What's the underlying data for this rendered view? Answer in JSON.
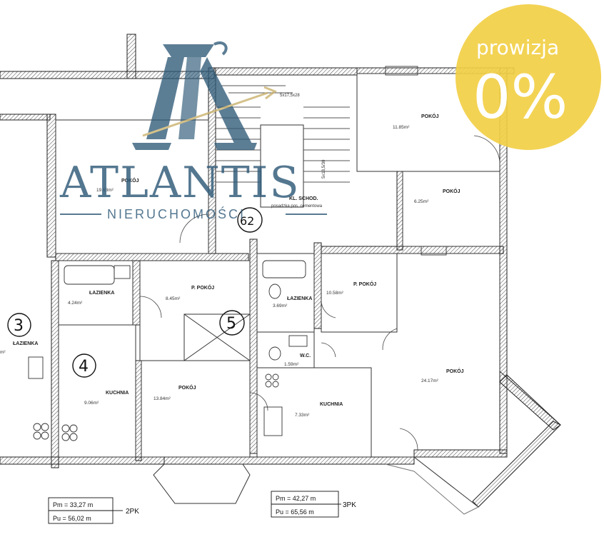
{
  "rooms": {
    "pokoj_top_left": {
      "label": "POKÓJ",
      "area": "19.63m²"
    },
    "pokoj_top_right": {
      "label": "POKÓJ",
      "area": "11.85m²"
    },
    "pokoj_right": {
      "label": "POKÓJ",
      "area": "6.25m²"
    },
    "stairs_label": "KL. SCHOD.",
    "stairs_sub": "posadzka pos. cementowa",
    "stairs_dim_a": "5x17,5x28",
    "stairs_dim_b": "5x18,5/30",
    "lazienka_left": {
      "label": "ŁAZIENKA",
      "area": "4.24m²"
    },
    "p_pokoj_mid": {
      "label": "P. POKÓJ",
      "area": "8.45m²"
    },
    "lazienka_mid": {
      "label": "ŁAZIENKA",
      "area": "3.69m²"
    },
    "p_pokoj_right": {
      "label": "P. POKÓJ",
      "area": "10.58m²"
    },
    "lazienka_far": {
      "label": "ŁAZIENKA",
      "area": "m²"
    },
    "wc": {
      "label": "W.C.",
      "area": "1.59m²"
    },
    "kuchnia_left": {
      "label": "KUCHNIA",
      "area": "9.06m²"
    },
    "pokoj_bottom_mid": {
      "label": "POKÓJ",
      "area": "13.84m²"
    },
    "kuchnia_right": {
      "label": "KUCHNIA",
      "area": "7.33m²"
    },
    "pokoj_big": {
      "label": "POKÓJ",
      "area": "24.17m²"
    }
  },
  "unit_numbers": {
    "u3": "3",
    "u4": "4",
    "u5": "5",
    "u62": "62"
  },
  "summary_2pk": {
    "pm": "Pm = 33,27 m",
    "pu": "Pu = 56,02 m",
    "tag": "2PK"
  },
  "summary_3pk": {
    "pm": "Pm = 42,27 m",
    "pu": "Pu = 65,56 m",
    "tag": "3PK"
  },
  "logo": {
    "title": "ATLANTIS",
    "subtitle": "NIERUCHOMOŚCI",
    "brand_color": "#2f5a78"
  },
  "badge": {
    "word": "prowizja",
    "value": "0%",
    "color": "#f2cf45"
  }
}
